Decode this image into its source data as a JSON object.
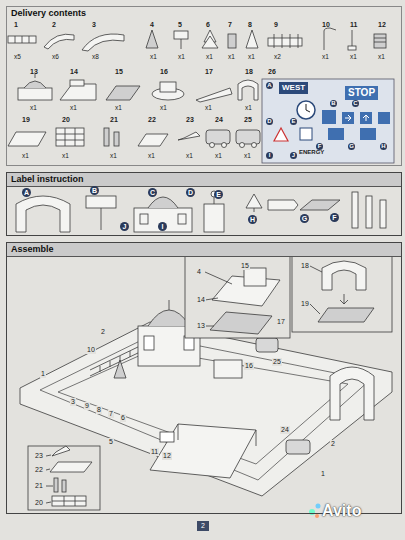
{
  "diagram": {
    "nodes": [
      {
        "text": [
          "Delivery contents"
        ]
      },
      {
        "text": [
          "WEST",
          "STOP",
          "ENERGY"
        ],
        "in": 0
      },
      {
        "text": [
          "Label instruction"
        ]
      },
      {
        "text": [
          "Assemble"
        ]
      }
    ],
    "labels": [
      "1",
      "2",
      "3",
      "4",
      "5",
      "6",
      "7",
      "8",
      "9",
      "10",
      "11",
      "12",
      "x5",
      "x6",
      "x8",
      "x1",
      "x1",
      "x1",
      "x1",
      "x1",
      "x2",
      "x1",
      "x1",
      "x1",
      "13",
      "14",
      "15",
      "16",
      "17",
      "18",
      "26",
      "x1",
      "x1",
      "x1",
      "x1",
      "x1",
      "x1",
      "19",
      "20",
      "21",
      "22",
      "23",
      "24",
      "25",
      "x1",
      "x1",
      "x1",
      "x1",
      "x1",
      "x1",
      "x1",
      "A",
      "B",
      "C",
      "D",
      "E",
      "F",
      "G",
      "H",
      "I",
      "J",
      "A",
      "B",
      "C",
      "D",
      "E",
      "F",
      "G",
      "H",
      "I",
      "J",
      "4",
      "15",
      "14",
      "13",
      "18",
      "19",
      "2",
      "10",
      "1",
      "3",
      "9",
      "8",
      "7",
      "6",
      "11",
      "12",
      "5",
      "16",
      "25",
      "17",
      "24",
      "2",
      "1",
      "23",
      "22",
      "21",
      "20",
      "2",
      "Avito"
    ]
  }
}
